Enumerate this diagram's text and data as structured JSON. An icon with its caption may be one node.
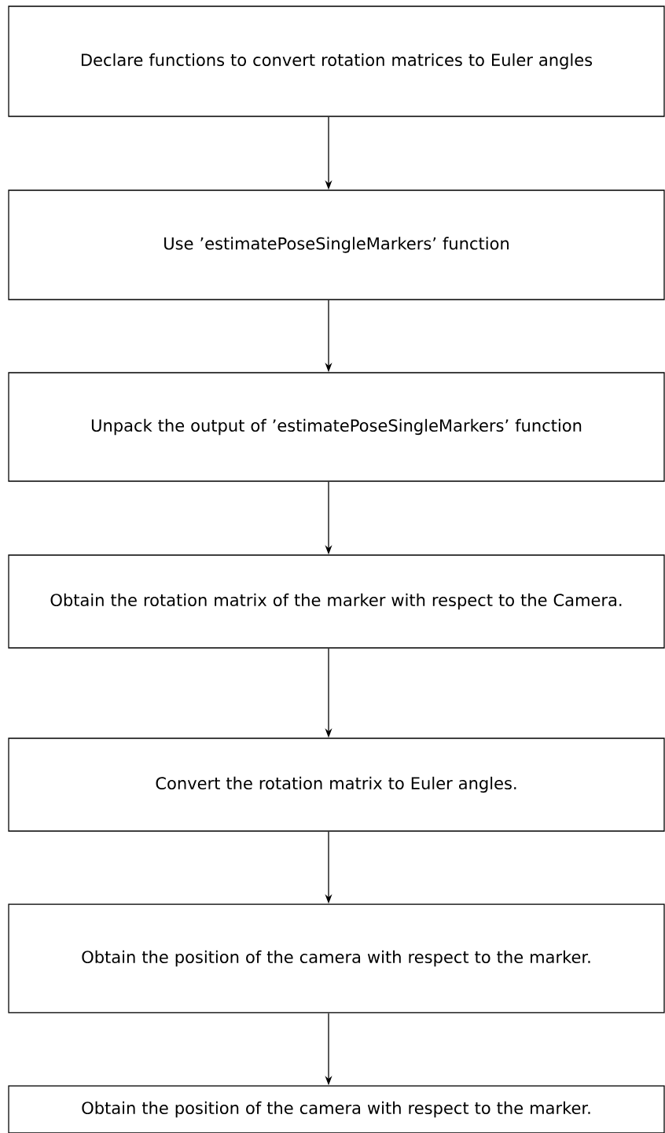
{
  "diagram": {
    "nodes": [
      {
        "text": [
          "Declare functions to convert rotation matrices to Euler angles"
        ]
      },
      {
        "text": [
          "Use ’estimatePoseSingleMarkers’ function"
        ]
      },
      {
        "text": [
          "Unpack the output of ’estimatePoseSingleMarkers’ function"
        ]
      },
      {
        "text": [
          "Obtain the rotation matrix of the marker with respect to the Camera."
        ]
      },
      {
        "text": [
          "Convert the rotation matrix to Euler angles."
        ]
      },
      {
        "text": [
          "Obtain the position of the camera with respect to the marker."
        ]
      },
      {
        "text": [
          "Obtain the position of the camera with respect to the marker."
        ]
      }
    ],
    "edges": [
      {
        "from": 0,
        "to": 1,
        "arrow": "to"
      },
      {
        "from": 1,
        "to": 2,
        "arrow": "to"
      },
      {
        "from": 2,
        "to": 3,
        "arrow": "to"
      },
      {
        "from": 3,
        "to": 4,
        "arrow": "to"
      },
      {
        "from": 4,
        "to": 5,
        "arrow": "to"
      },
      {
        "from": 5,
        "to": 6,
        "arrow": "to"
      }
    ]
  }
}
